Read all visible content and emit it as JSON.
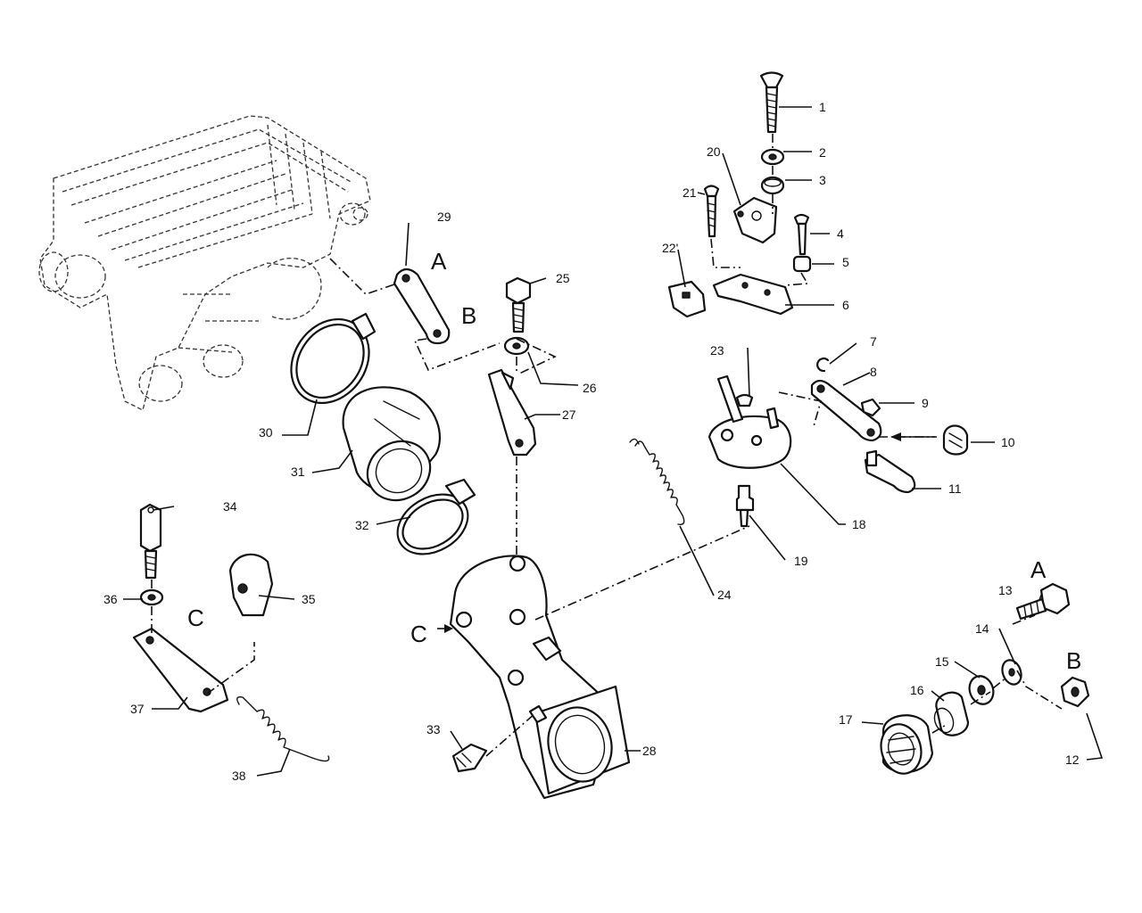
{
  "part_labels": [
    {
      "text": "1"
    },
    {
      "text": "2"
    },
    {
      "text": "3"
    },
    {
      "text": "4"
    },
    {
      "text": "5"
    },
    {
      "text": "6"
    },
    {
      "text": "7"
    },
    {
      "text": "8"
    },
    {
      "text": "9"
    },
    {
      "text": "10"
    },
    {
      "text": "11"
    },
    {
      "text": "12"
    },
    {
      "text": "13"
    },
    {
      "text": "14"
    },
    {
      "text": "15"
    },
    {
      "text": "16"
    },
    {
      "text": "17"
    },
    {
      "text": "18"
    },
    {
      "text": "19"
    },
    {
      "text": "20"
    },
    {
      "text": "21"
    },
    {
      "text": "22'"
    },
    {
      "text": "23"
    },
    {
      "text": "24"
    },
    {
      "text": "25"
    },
    {
      "text": "26"
    },
    {
      "text": "27"
    },
    {
      "text": "28"
    },
    {
      "text": "29"
    },
    {
      "text": "30"
    },
    {
      "text": "31"
    },
    {
      "text": "32"
    },
    {
      "text": "33"
    },
    {
      "text": "34"
    },
    {
      "text": "35"
    },
    {
      "text": "36"
    },
    {
      "text": "37"
    },
    {
      "text": "38"
    }
  ],
  "reference_letters": [
    {
      "text": "A"
    },
    {
      "text": "B"
    },
    {
      "text": "C"
    },
    {
      "text": "C"
    },
    {
      "text": "A"
    },
    {
      "text": "B"
    }
  ]
}
